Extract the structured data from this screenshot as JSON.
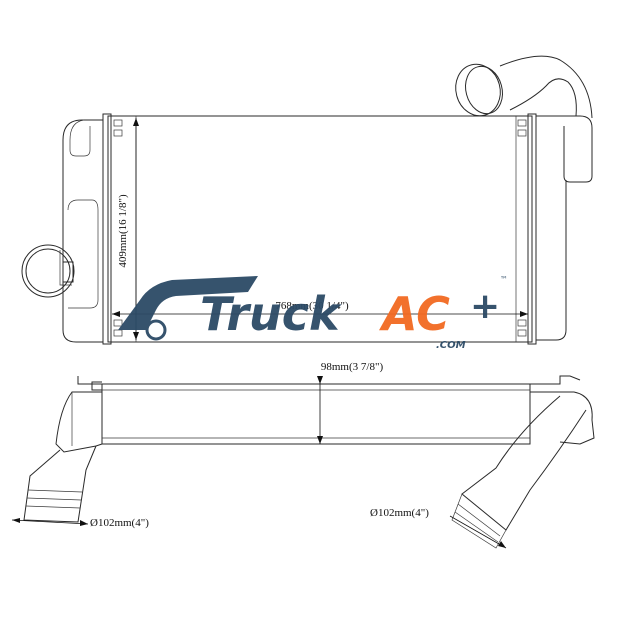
{
  "dimensions": {
    "height": "409mm(16 1/8\")",
    "width": "768mm(30 1/4\")",
    "depth": "98mm(3 7/8\")",
    "inlet": "Ø102mm(4\")",
    "outlet": "Ø102mm(4\")"
  },
  "logo": {
    "word1": "Truck",
    "word2": "AC",
    "plus": "+",
    "tm": "™",
    "domain": ".COM",
    "colors": {
      "navy": "#2c4a66",
      "orange": "#f26a21"
    }
  }
}
